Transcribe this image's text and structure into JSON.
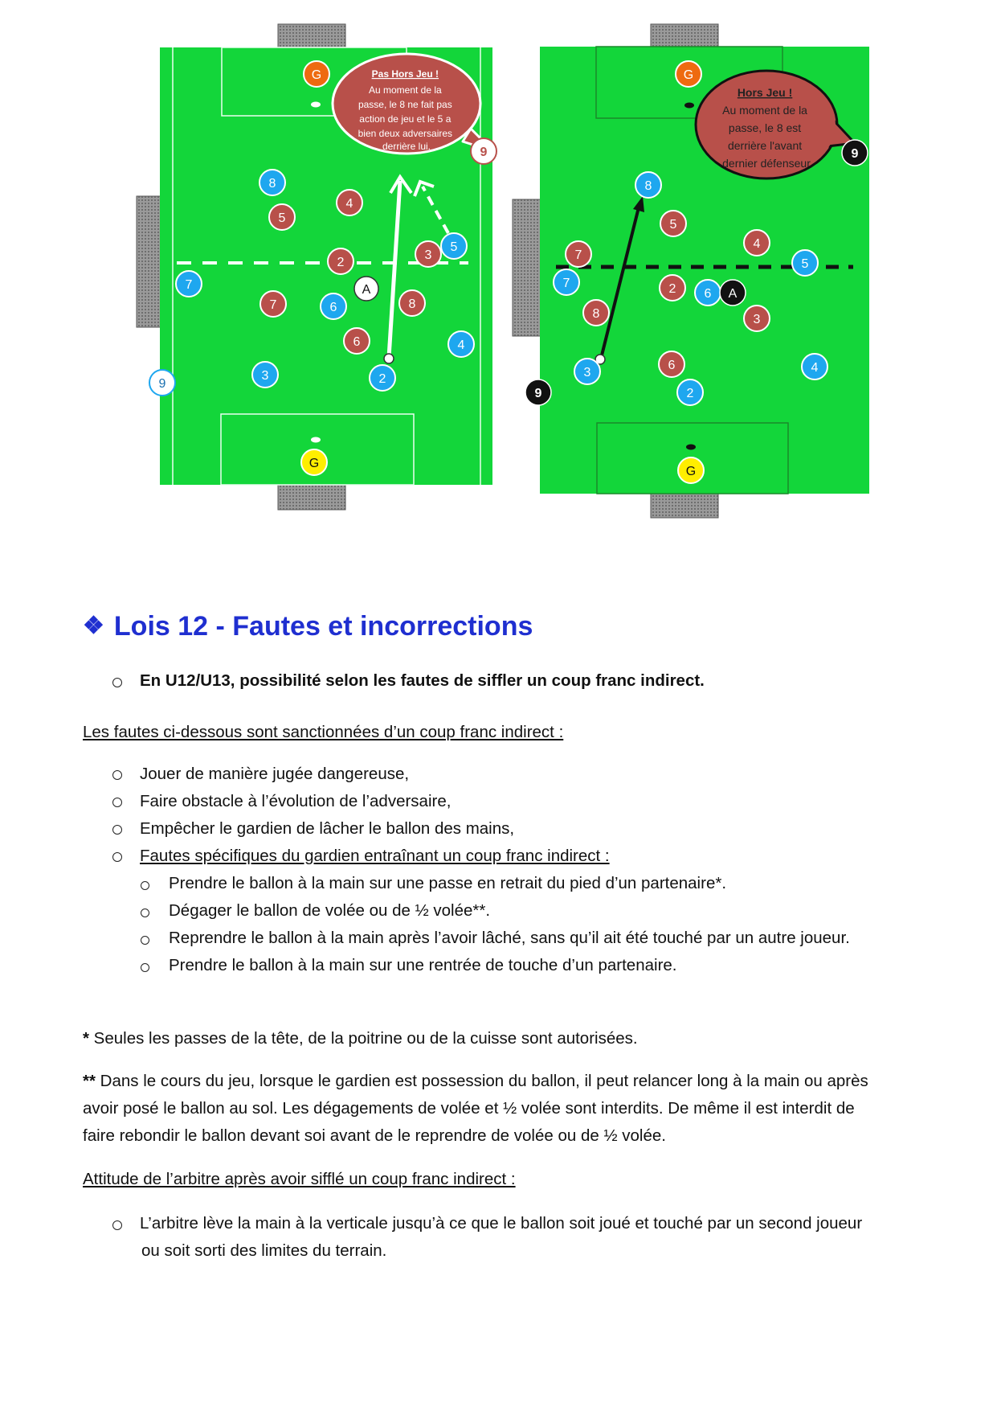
{
  "figures": {
    "left": {
      "bubble": {
        "title": "Pas Hors Jeu !",
        "lines": [
          "Au moment de la",
          "passe, le 8 ne fait pas",
          "action de jeu et le 5 a",
          "bien deux adversaires",
          "derrière lui."
        ]
      },
      "players": {
        "gk_top": "G",
        "gk_bottom": "G",
        "blue": [
          "8",
          "7",
          "6",
          "3",
          "2",
          "5",
          "4"
        ],
        "red": [
          "5",
          "4",
          "2",
          "3",
          "7",
          "8",
          "6"
        ],
        "referee": "A",
        "nine_right": "9",
        "nine_left": "9"
      }
    },
    "right": {
      "bubble": {
        "title": "Hors Jeu !",
        "lines": [
          "Au moment de la",
          "passe, le 8 est",
          "derrière l'avant",
          "dernier défenseur"
        ]
      },
      "players": {
        "gk_top": "G",
        "gk_bottom": "G",
        "blue": [
          "8",
          "7",
          "6",
          "5",
          "3",
          "2",
          "4"
        ],
        "red": [
          "7",
          "5",
          "4",
          "2",
          "8",
          "3",
          "6"
        ],
        "referee": "A",
        "nine_right": "9",
        "nine_left": "9"
      }
    }
  },
  "section": {
    "bullet": "❖",
    "title": "Lois 12 - Fautes et incorrections",
    "intro": "En U12/U13, possibilité selon les fautes de siffler un coup franc indirect.",
    "indirect_heading": "Les fautes ci-dessous sont sanctionnées d’un coup franc indirect :",
    "faults": [
      "Jouer de manière jugée dangereuse,",
      "Faire obstacle à l’évolution de l’adversaire,",
      "Empêcher le gardien de lâcher le ballon des mains,"
    ],
    "gk_heading": "Fautes spécifiques du gardien entraînant un coup franc indirect :",
    "gk_faults": [
      "Prendre le ballon à la main sur une passe en retrait du pied d’un partenaire*.",
      "Dégager le ballon de volée ou de ½ volée**.",
      "Reprendre le ballon à la main après l’avoir lâché, sans qu’il ait été touché par un autre joueur.",
      "Prendre le ballon à la main sur une rentrée de touche d’un partenaire."
    ],
    "note1_mark": "*",
    "note1": " Seules les passes de la tête, de la poitrine ou de la cuisse sont autorisées.",
    "note2_mark": "**",
    "note2_lines": [
      " Dans le cours du jeu, lorsque le gardien est possession du ballon, il peut relancer long à la main ou après",
      "avoir posé le ballon au sol. Les dégagements de volée et ½ volée sont interdits. De même il est interdit de",
      "faire rebondir le ballon devant soi avant de le reprendre de volée ou de ½ volée."
    ],
    "attitude_heading": "Attitude de l’arbitre après avoir sifflé un coup franc indirect :",
    "attitude_lines": [
      "L’arbitre lève la main à la verticale jusqu’à ce que le ballon soit joué et touché par un second joueur",
      "ou soit sorti des limites du terrain."
    ]
  },
  "colors": {
    "pitch": "#13d63a",
    "blue": "#1ea7ef",
    "red": "#b8504a",
    "orange": "#ee6a10",
    "yellow": "#ffee00",
    "heading": "#1f2fd0"
  }
}
